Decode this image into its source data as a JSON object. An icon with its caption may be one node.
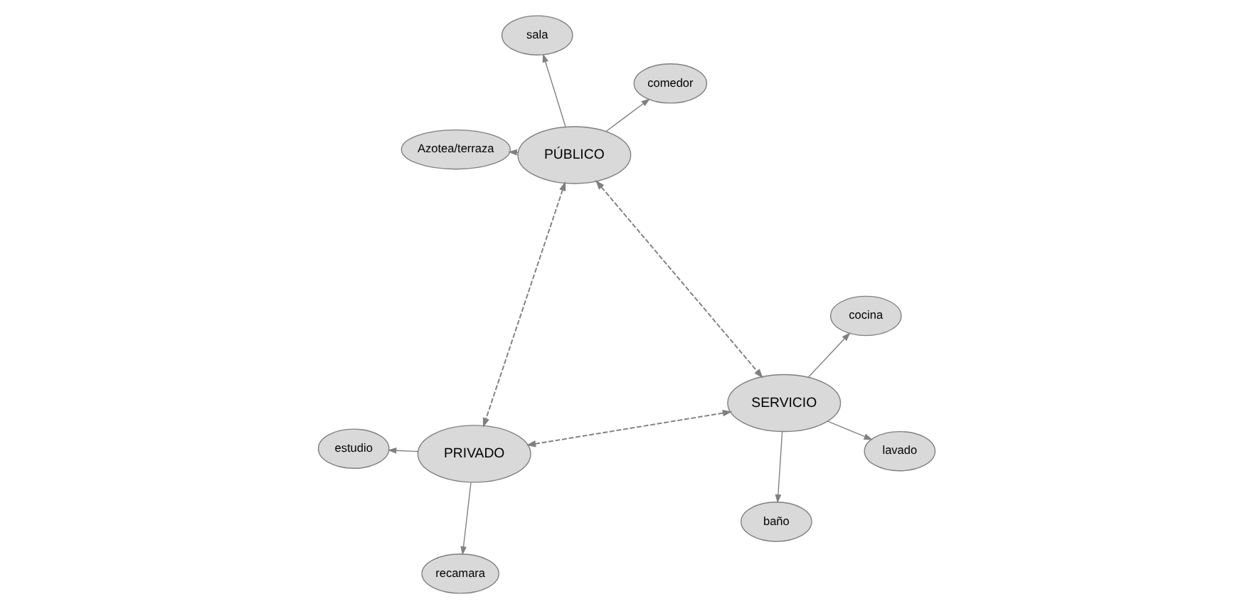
{
  "diagram": {
    "nodes": [
      {
        "text": [
          "sala"
        ]
      },
      {
        "text": [
          "comedor"
        ]
      },
      {
        "text": [
          "Azotea/terraza"
        ]
      },
      {
        "text": [
          "PÚBLICO"
        ]
      },
      {
        "text": [
          "recamara"
        ]
      },
      {
        "text": [
          "PRIVADO"
        ]
      },
      {
        "text": [
          "estudio"
        ]
      },
      {
        "text": [
          "SERVICIO"
        ]
      },
      {
        "text": [
          "baño"
        ]
      },
      {
        "text": [
          "lavado"
        ]
      },
      {
        "text": [
          "cocina"
        ]
      }
    ],
    "edges": [
      {
        "from": 3,
        "to": 0,
        "arrow": "to"
      },
      {
        "from": 3,
        "to": 1,
        "arrow": "to"
      },
      {
        "from": 3,
        "to": 2,
        "arrow": "to"
      },
      {
        "from": 3,
        "to": 5,
        "arrow": "both",
        "style": "dashed"
      },
      {
        "from": 3,
        "to": 7,
        "arrow": "both",
        "style": "dashed"
      },
      {
        "from": 5,
        "to": 7,
        "arrow": "both",
        "style": "dashed"
      },
      {
        "from": 5,
        "to": 4,
        "arrow": "to"
      },
      {
        "from": 5,
        "to": 6,
        "arrow": "to"
      },
      {
        "from": 7,
        "to": 8,
        "arrow": "to"
      },
      {
        "from": 7,
        "to": 9,
        "arrow": "to"
      },
      {
        "from": 7,
        "to": 10,
        "arrow": "to"
      }
    ]
  }
}
